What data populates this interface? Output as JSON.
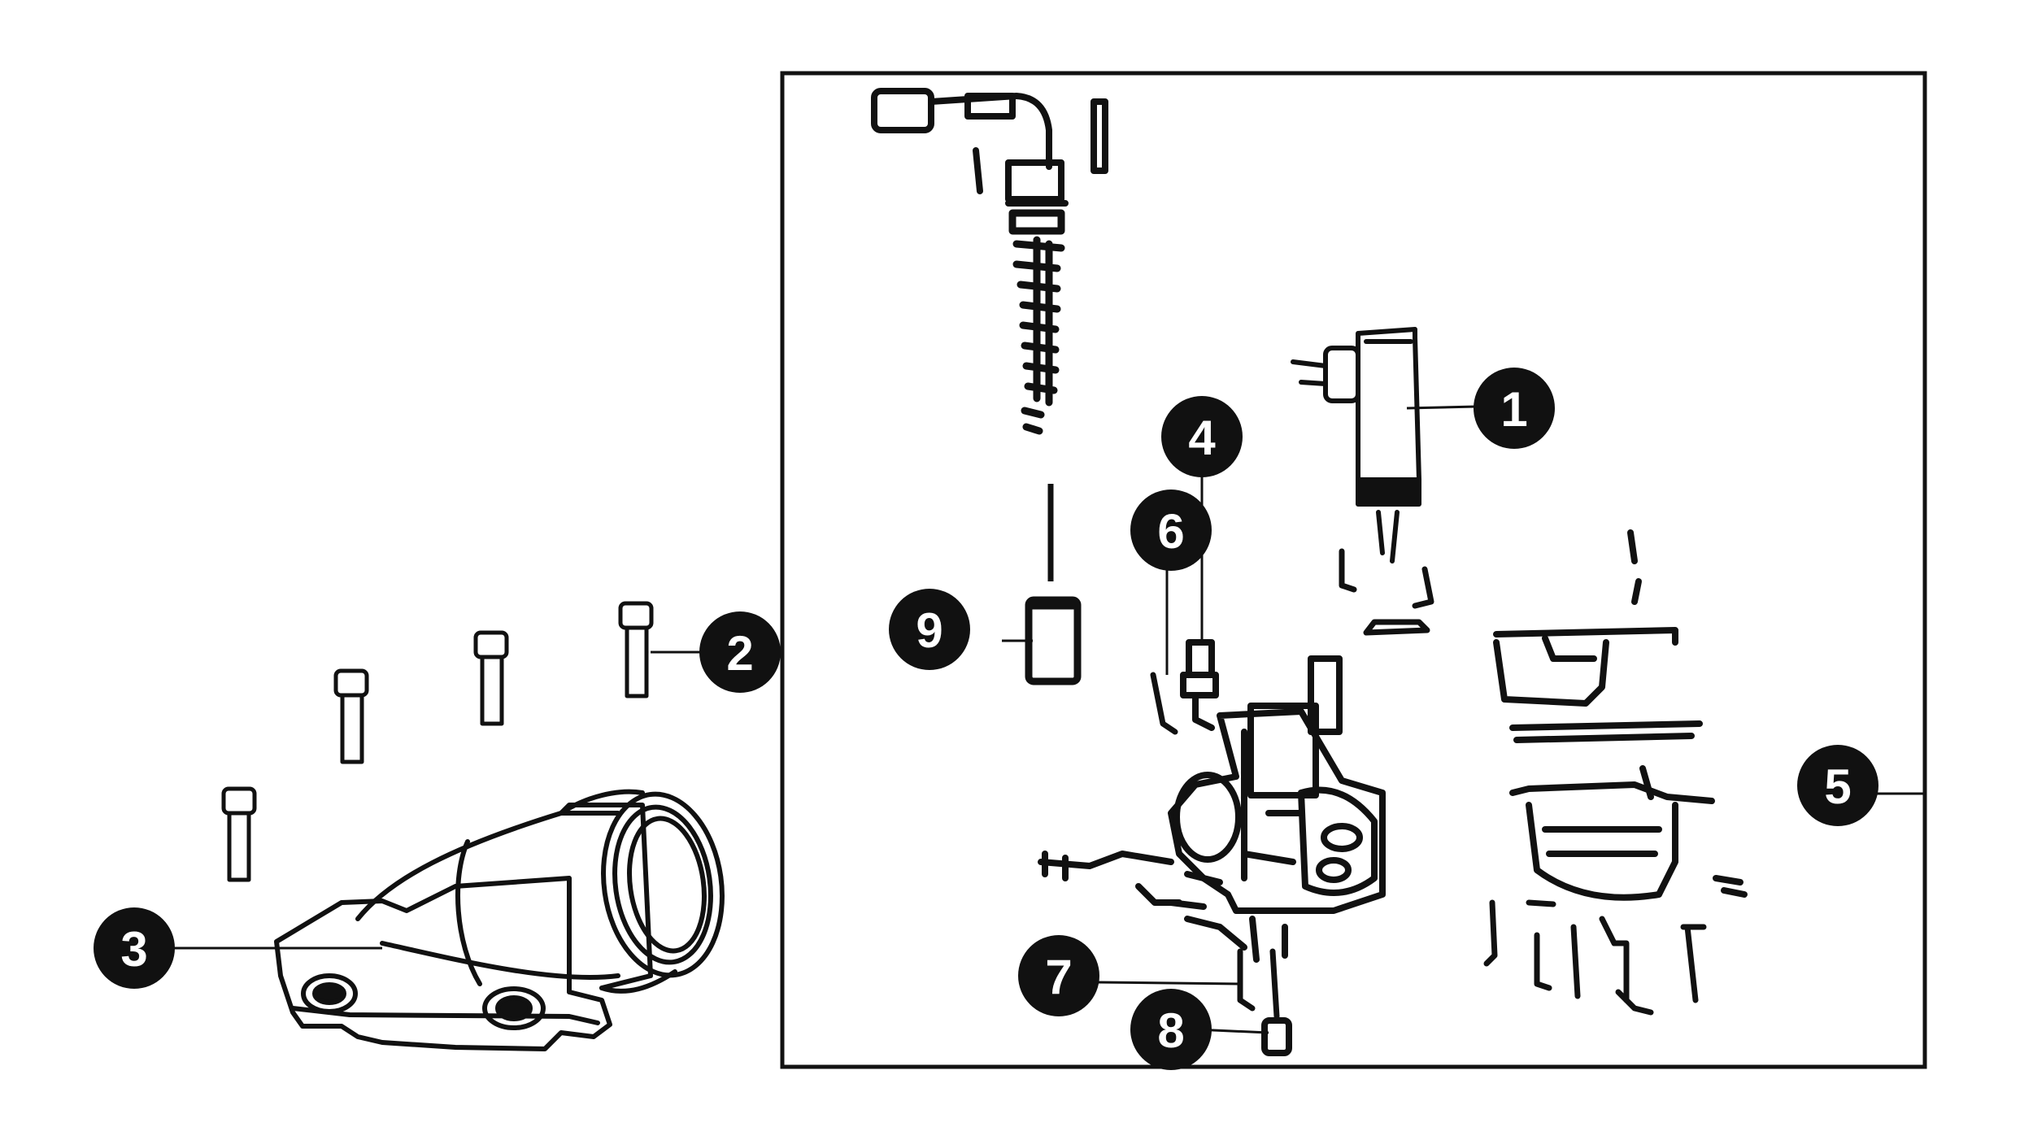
{
  "diagram": {
    "type": "exploded-parts-diagram",
    "colors": {
      "ink": "#111111",
      "background": "#ffffff",
      "callout_fill": "#111111",
      "callout_text": "#ffffff"
    },
    "callouts": [
      {
        "id": "1",
        "label": "1"
      },
      {
        "id": "2",
        "label": "2"
      },
      {
        "id": "3",
        "label": "3"
      },
      {
        "id": "4",
        "label": "4"
      },
      {
        "id": "5",
        "label": "5"
      },
      {
        "id": "6",
        "label": "6"
      },
      {
        "id": "7",
        "label": "7"
      },
      {
        "id": "8",
        "label": "8"
      },
      {
        "id": "9",
        "label": "9"
      }
    ]
  }
}
